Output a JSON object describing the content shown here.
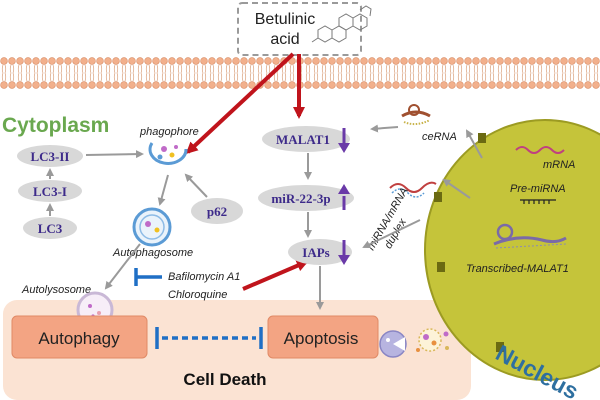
{
  "top_box": {
    "line1": "Betulinic",
    "line2": "acid"
  },
  "regions": {
    "cytoplasm": "Cytoplasm",
    "nucleus": "Nucleus",
    "cell_death": "Cell Death"
  },
  "nodes": {
    "malat1": "MALAT1",
    "mir": "miR-22-3p",
    "iaps": "IAPs",
    "lc3_ii": "LC3-II",
    "lc3_i": "LC3-I",
    "lc3": "LC3",
    "p62": "p62",
    "autophagy": "Autophagy",
    "apoptosis": "Apoptosis"
  },
  "labels": {
    "phagophore": "phagophore",
    "autophagosome": "Autophagosome",
    "autolysosome": "Autolysosome",
    "inhibitor1": "Bafilomycin A1",
    "inhibitor2": "Chloroquine",
    "cerna": "ceRNA",
    "duplex1": "miRNA/mRNA",
    "duplex2": "duplex",
    "mrna": "mRNA",
    "premirna": "Pre-miRNA",
    "transcribed": "Transcribed-MALAT1"
  },
  "colors": {
    "activation_arrow": "#c0141c",
    "inhibition": "#1f6fc5",
    "node_fill": "#d8d8d8",
    "regulation_arrow": "#6a3aa8",
    "cytoplasm_label": "#6aa84f",
    "nucleus_fill": "#c5c43a",
    "nucleus_label": "#2e6fa0",
    "cell_death_band": "#fbe3d3",
    "death_box": "#f3a483"
  }
}
